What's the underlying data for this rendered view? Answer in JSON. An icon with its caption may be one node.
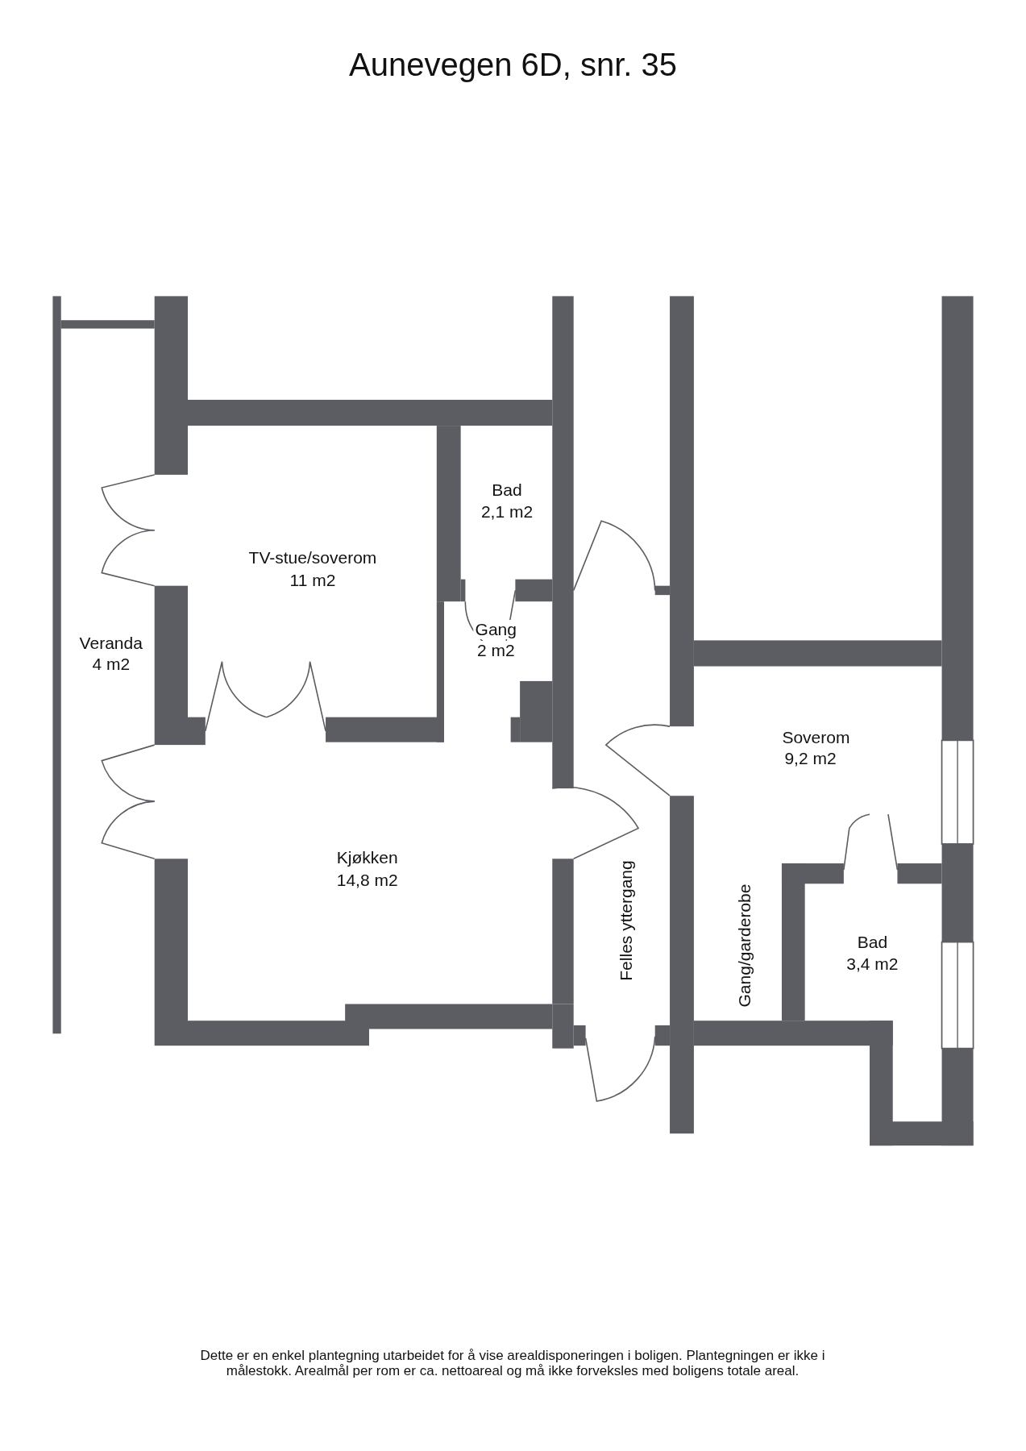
{
  "diagram": {
    "title": "Aunevegen 6D, snr. 35",
    "caption": "Dette er en enkel plantegning utarbeidet for å vise arealdisponeringen i boligen. Plantegningen er ikke i målestokk. Arealmål per rom er ca. nettoareal og må ikke forveksles med boligens totale areal.",
    "labels": [
      "Bad",
      "2,1 m2",
      "TV-stue/soverom",
      "11 m2",
      "Gang",
      "2 m2",
      "Veranda",
      "4 m2",
      "Soverom",
      "9,2 m2",
      "Kjøkken",
      "14,8 m2",
      "Felles yttergang",
      "Gang/garderobe",
      "Bad",
      "3,4 m2"
    ]
  }
}
